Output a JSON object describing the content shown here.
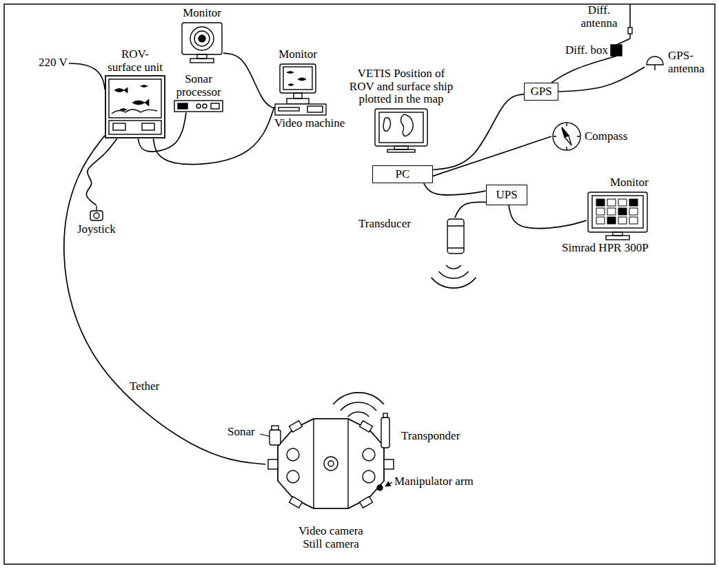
{
  "diagram": {
    "nodes": [
      {
        "text": [
          "ROV- surface unit"
        ]
      },
      {
        "text": [
          "Monitor"
        ]
      },
      {
        "text": [
          "Sonar processor"
        ]
      },
      {
        "text": [
          "Monitor"
        ]
      },
      {
        "text": [
          "Video machine"
        ]
      },
      {
        "text": [
          "Joystick"
        ]
      },
      {
        "text": [
          "VETIS Position of ROV and surface ship plotted in the map"
        ]
      },
      {
        "text": [
          "PC"
        ]
      },
      {
        "text": [
          "GPS"
        ]
      },
      {
        "text": [
          "Diff. box"
        ]
      },
      {
        "text": [
          "Diff. antenna"
        ]
      },
      {
        "text": [
          "GPS- antenna"
        ]
      },
      {
        "text": [
          "Compass"
        ]
      },
      {
        "text": [
          "UPS"
        ]
      },
      {
        "text": [
          "Monitor",
          "Simrad HPR 300P"
        ]
      },
      {
        "text": [
          "Transducer"
        ]
      },
      {
        "text": [
          "Video camera Still camera"
        ]
      }
    ],
    "edges": [
      {
        "from": 0,
        "to": 2,
        "arrow": "none"
      },
      {
        "from": 1,
        "to": 4,
        "arrow": "none"
      },
      {
        "from": 0,
        "to": 4,
        "arrow": "none"
      },
      {
        "from": 5,
        "to": 0,
        "arrow": "none"
      },
      {
        "from": 0,
        "to": 16,
        "label": "Tether",
        "arrow": "none"
      },
      {
        "from": 7,
        "to": 8,
        "arrow": "none"
      },
      {
        "from": 8,
        "to": 9,
        "arrow": "none"
      },
      {
        "from": 9,
        "to": 10,
        "arrow": "none"
      },
      {
        "from": 8,
        "to": 11,
        "arrow": "none"
      },
      {
        "from": 7,
        "to": 12,
        "arrow": "none"
      },
      {
        "from": 7,
        "to": 13,
        "arrow": "none"
      },
      {
        "from": 13,
        "to": 15,
        "arrow": "none"
      },
      {
        "from": 13,
        "to": 14,
        "arrow": "none"
      }
    ],
    "labels": [
      "220 V",
      "Sonar",
      "Transponder",
      "Manipulator arm"
    ]
  }
}
